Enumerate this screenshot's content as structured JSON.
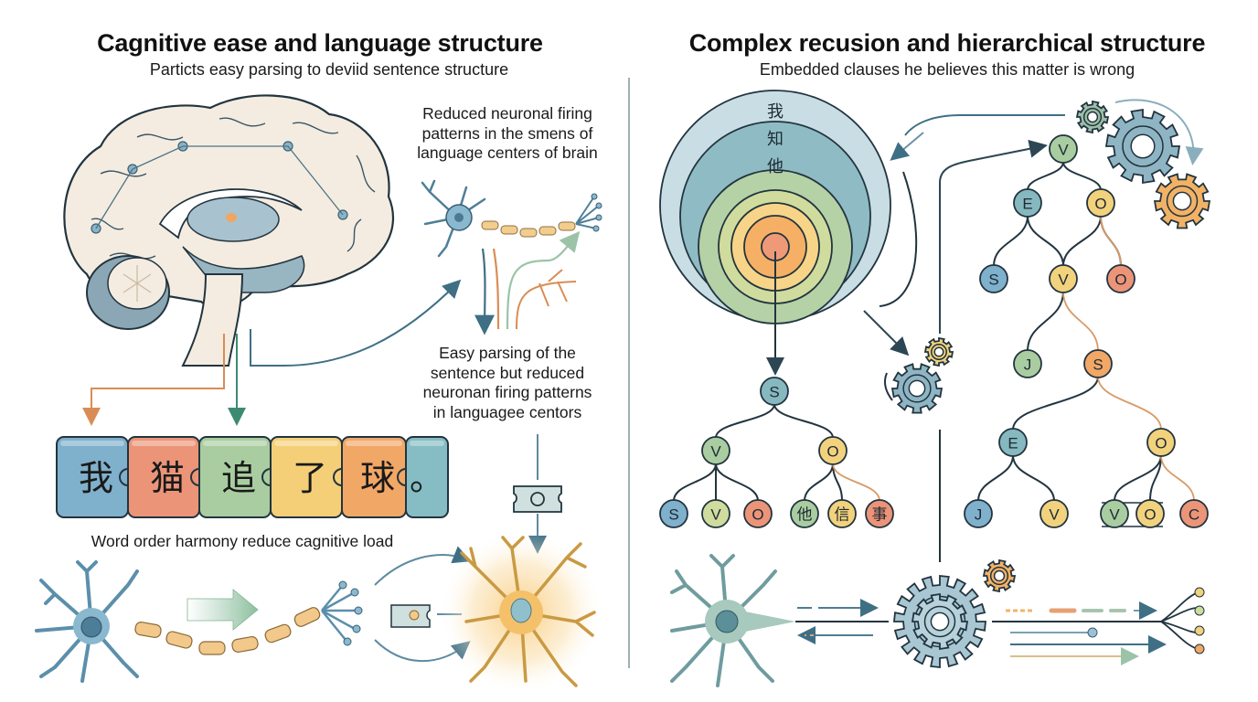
{
  "left_panel": {
    "title": "Cagnitive ease and language structure",
    "subtitle": "Particts easy parsing to deviid sentence structure",
    "caption_top": [
      "Reduced neuronal firing",
      "patterns in the smens of",
      "language centers of brain"
    ],
    "caption_mid": [
      "Easy parsing of the",
      "sentence but reduced",
      "neuronan firing patterns",
      "in languagee centors"
    ],
    "puzzle_tiles": [
      {
        "char": "我",
        "color": "#7fb0cc"
      },
      {
        "char": "猫",
        "color": "#ec9478"
      },
      {
        "char": "追",
        "color": "#a9cda0"
      },
      {
        "char": "了",
        "color": "#f5cf78"
      },
      {
        "char": "球",
        "color": "#f1a766"
      },
      {
        "char": "。",
        "color": "#86bcc4"
      }
    ],
    "puzzle_caption": "Word order harmony reduce cagnitive load",
    "icons": [
      "brain-icon",
      "neuron-icon",
      "synapse-icon",
      "arrow-icon"
    ]
  },
  "right_panel": {
    "title": "Complex recusion and hierarchical structure",
    "subtitle": "Embedded clauses he believes this matter is wrong",
    "nested_circle_labels": [
      "我",
      "知",
      "他"
    ],
    "nested_circle_colors": [
      "#c8dde4",
      "#8fbcc4",
      "#b5d1a6",
      "#cfdc9e",
      "#f7d488",
      "#f5b066",
      "#ee9a78"
    ],
    "tree_small": {
      "root": "S",
      "children": [
        {
          "label": "V",
          "children": [
            "S",
            "V",
            "O"
          ]
        },
        {
          "label": "O",
          "children": [
            "他",
            "信",
            "事"
          ]
        }
      ]
    },
    "tree_large": {
      "nodes": [
        "V",
        "E",
        "O",
        "S",
        "V",
        "O",
        "J",
        "S",
        "E",
        "O",
        "J",
        "V",
        "V",
        "O",
        "C"
      ]
    },
    "icons": [
      "gear-icon",
      "neuron-icon",
      "axon-terminal-icon"
    ]
  },
  "colors": {
    "blue": "#7fb0cc",
    "teal": "#86b8bf",
    "green": "#a9cda0",
    "yellow": "#f2d27c",
    "orange": "#f1a766",
    "salmon": "#ec9478",
    "stroke": "#22343f",
    "arrow_blue": "#3f6f85",
    "arrow_orange": "#d98d55",
    "arrow_green": "#3d8a72"
  }
}
